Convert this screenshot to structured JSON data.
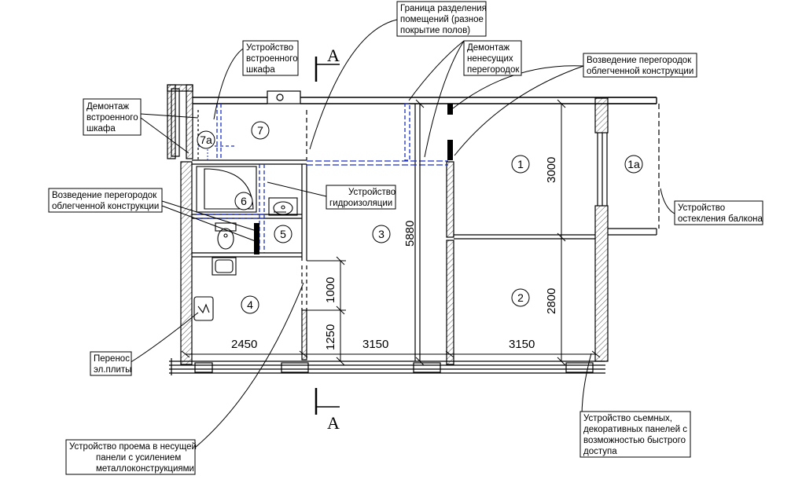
{
  "callouts": {
    "floor_boundary": [
      "Граница разделения",
      "помещений (разное",
      "покрытие полов)"
    ],
    "builtin_closet": [
      "Устройство",
      "встроенного",
      "шкафа"
    ],
    "demolish_partitions": [
      "Демонтаж",
      "ненесущих",
      "перегородок"
    ],
    "light_partition_top": [
      "Возведение перегородок",
      "облегченной конструкции"
    ],
    "demolish_closet": [
      "Демонтаж",
      "встроенного",
      "шкафа"
    ],
    "light_partition_left": [
      "Возведение перегородок",
      "облегченной конструкции"
    ],
    "waterproofing": [
      "Устройство",
      "гидроизоляции"
    ],
    "balcony_glazing": [
      "Устройство",
      "остекления балкона"
    ],
    "stove": [
      "Перенос",
      "эл.плиты"
    ],
    "opening": [
      "Устройство проема в несущей",
      "панели с усилением",
      "металлоконструкциями"
    ],
    "panels": [
      "Устройство сьемных,",
      "декоративных панелей с",
      "возможностью быстрого",
      "доступа"
    ]
  },
  "rooms": {
    "r1": "1",
    "r1a": "1а",
    "r2": "2",
    "r3": "3",
    "r4": "4",
    "r5": "5",
    "r6": "6",
    "r7": "7",
    "r7a": "7а"
  },
  "dimensions": {
    "d2450": "2450",
    "d3150a": "3150",
    "d3150b": "3150",
    "d5880": "5880",
    "d3000": "3000",
    "d2800": "2800",
    "d1000": "1000",
    "d1250": "1250"
  },
  "section_marks": {
    "top": "A",
    "bottom": "A"
  },
  "colors": {
    "line": "#000000",
    "new_partition": "#1a2ec8",
    "hatch": "#555555"
  }
}
